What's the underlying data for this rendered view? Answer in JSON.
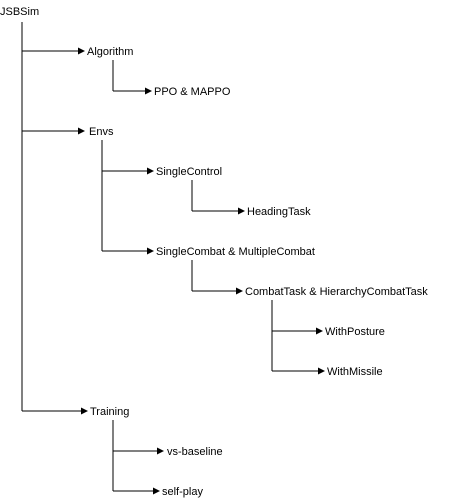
{
  "tree": {
    "root": "JSBSim",
    "algorithm": {
      "label": "Algorithm",
      "children": [
        "PPO & MAPPO"
      ]
    },
    "envs": {
      "label": "Envs",
      "single_control": {
        "label": "SingleControl",
        "children": [
          "HeadingTask"
        ]
      },
      "single_combat": {
        "label": "SingleCombat & MultipleCombat",
        "combat_task": {
          "label": "CombatTask & HierarchyCombatTask",
          "children": [
            "WithPosture",
            "WithMissile"
          ]
        }
      }
    },
    "training": {
      "label": "Training",
      "children": [
        "vs-baseline",
        "self-play"
      ]
    }
  },
  "colors": {
    "line": "#000000",
    "text": "#000000",
    "background": "#ffffff"
  }
}
